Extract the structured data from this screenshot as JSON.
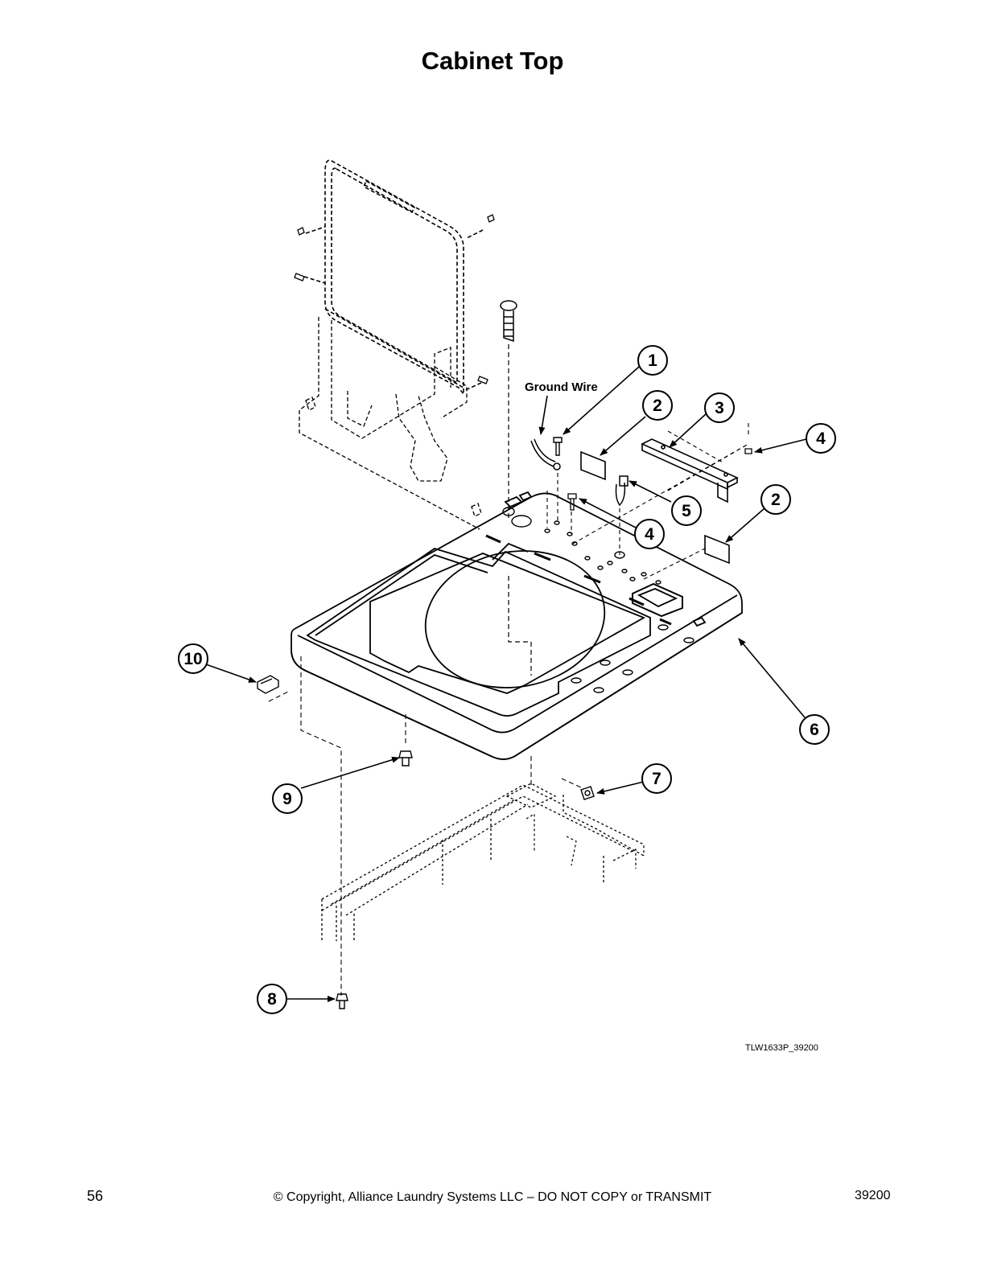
{
  "page": {
    "title": "Cabinet Top",
    "page_number": "56",
    "copyright": "© Copyright, Alliance Laundry Systems LLC – DO NOT COPY or TRANSMIT",
    "doc_number": "39200"
  },
  "diagram": {
    "drawing_code": "TLW1633P_39200",
    "ground_wire_label": "Ground Wire",
    "callouts": [
      "1",
      "2",
      "3",
      "4",
      "2",
      "5",
      "4",
      "6",
      "7",
      "8",
      "9",
      "10"
    ]
  }
}
